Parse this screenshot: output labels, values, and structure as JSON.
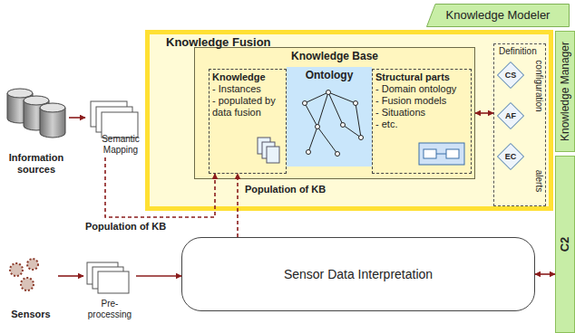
{
  "diagram": {
    "nodes": [
      {
        "text": [
          "Knowledge Modeler"
        ]
      },
      {
        "text": [
          "Knowledge Fusion"
        ]
      },
      {
        "text": [
          "Knowledge Base"
        ],
        "in": 1
      },
      {
        "text": [
          "Knowledge",
          "- Instances",
          "- populated by data fusion"
        ],
        "in": 2
      },
      {
        "text": [
          "Ontology"
        ],
        "in": 2
      },
      {
        "text": [
          "Structural parts",
          "- Domain ontology",
          "- Fusion models",
          "- Situations",
          "- etc."
        ],
        "in": 2
      },
      {
        "text": [
          "Definition",
          "configuration",
          "alerts"
        ],
        "in": 1
      },
      {
        "text": [
          "CS"
        ],
        "in": 6
      },
      {
        "text": [
          "AF"
        ],
        "in": 6
      },
      {
        "text": [
          "EC"
        ],
        "in": 6
      },
      {
        "text": [
          "Knowledge Manager"
        ]
      },
      {
        "text": [
          "Information sources"
        ]
      },
      {
        "text": [
          "Semantic Mapping"
        ]
      },
      {
        "text": [
          "C2"
        ]
      },
      {
        "text": [
          "Sensors"
        ]
      },
      {
        "text": [
          "Pre-processing"
        ]
      },
      {
        "text": [
          "Sensor Data Interpretation"
        ]
      }
    ],
    "edges": [
      {
        "from": 11,
        "to": 12,
        "arrow": "to"
      },
      {
        "from": 12,
        "to": 3,
        "label": "Population of KB",
        "arrow": "to"
      },
      {
        "from": 16,
        "to": 3,
        "label": "Population of KB",
        "arrow": "to"
      },
      {
        "from": 2,
        "to": 6,
        "arrow": "both"
      },
      {
        "from": 14,
        "to": 15,
        "arrow": "to"
      },
      {
        "from": 15,
        "to": 16,
        "arrow": "to"
      },
      {
        "from": 16,
        "to": 13,
        "arrow": "both"
      }
    ]
  }
}
